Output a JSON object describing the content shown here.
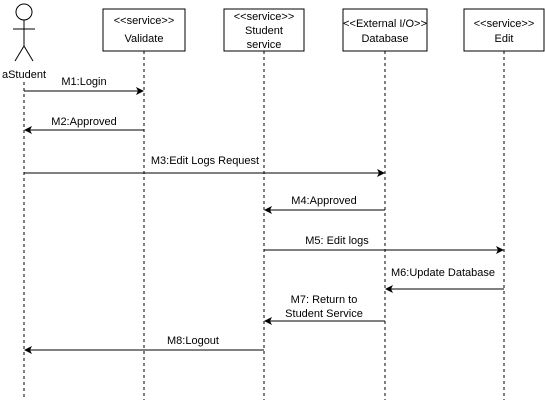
{
  "actor": {
    "name": "aStudent"
  },
  "participants": [
    {
      "id": "validate",
      "lines": [
        "<<service>>",
        "Validate"
      ]
    },
    {
      "id": "student-service",
      "lines": [
        "<<service>>",
        "Student",
        "service"
      ]
    },
    {
      "id": "database",
      "lines": [
        "<<External I/O>>",
        "Database"
      ]
    },
    {
      "id": "edit",
      "lines": [
        "<<service>>",
        "Edit"
      ]
    }
  ],
  "messages": [
    {
      "from": "actor",
      "to": "validate",
      "lines": [
        "M1:Login"
      ]
    },
    {
      "from": "validate",
      "to": "actor",
      "lines": [
        "M2:Approved"
      ]
    },
    {
      "from": "actor",
      "to": "database",
      "lines": [
        "M3:Edit Logs Request"
      ]
    },
    {
      "from": "database",
      "to": "student-service",
      "lines": [
        "M4:Approved"
      ]
    },
    {
      "from": "student-service",
      "to": "edit",
      "lines": [
        "M5: Edit logs"
      ]
    },
    {
      "from": "edit",
      "to": "database",
      "lines": [
        "M6:Update Database"
      ]
    },
    {
      "from": "database",
      "to": "student-service",
      "lines": [
        "M7: Return to",
        "Student Service"
      ]
    },
    {
      "from": "student-service",
      "to": "actor",
      "lines": [
        "M8:Logout"
      ]
    }
  ]
}
